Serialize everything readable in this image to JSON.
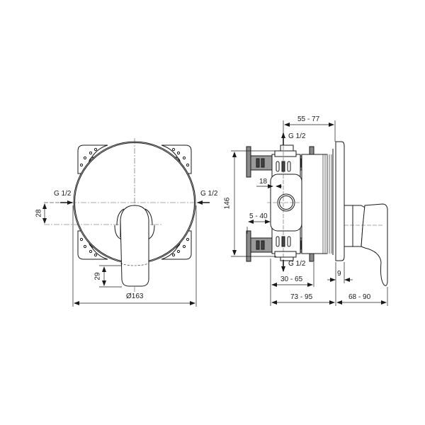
{
  "front_view": {
    "inlet_left_label": "G 1/2",
    "inlet_right_label": "G 1/2",
    "dim_offset_vertical": "28",
    "dim_handle_length": "29",
    "dim_diameter": "Ø163"
  },
  "side_view": {
    "outlet_top_label": "G 1/2",
    "outlet_bottom_label": "G 1/2",
    "dim_height": "146",
    "dim_top_span": "55 - 77",
    "dim_port_offset": "18",
    "dim_bracket_range": "5 - 40",
    "dim_body_depth": "30 - 65",
    "dim_install_depth": "73 - 95",
    "dim_projection": "68 - 90",
    "dim_plate_thickness": "9"
  },
  "colors": {
    "line": "#1a1a1a",
    "centerline": "#555555",
    "hatch": "#7a7a7a",
    "background": "#ffffff"
  }
}
